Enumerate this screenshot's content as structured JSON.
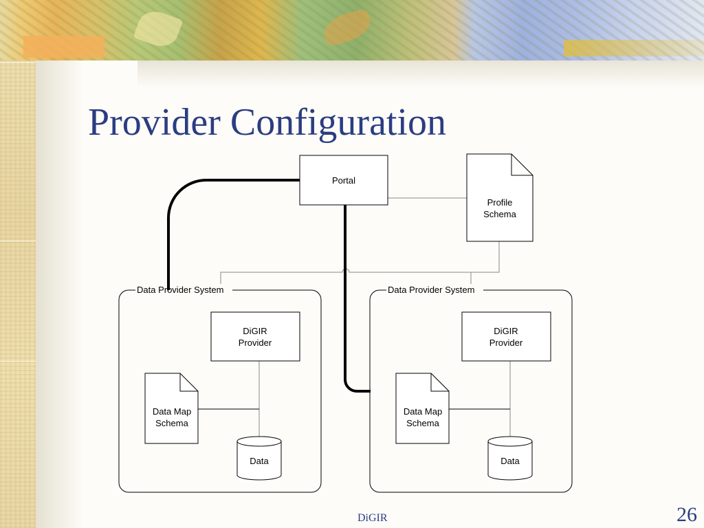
{
  "slide": {
    "title": "Provider Configuration",
    "footer": "DiGIR",
    "page_number": "26"
  },
  "diagram": {
    "portal": "Portal",
    "profile_schema": [
      "Profile",
      "Schema"
    ],
    "systems": [
      {
        "label": "Data Provider System",
        "provider": [
          "DiGIR",
          "Provider"
        ],
        "data_map_schema": [
          "Data Map",
          "Schema"
        ],
        "data": "Data"
      },
      {
        "label": "Data Provider System",
        "provider": [
          "DiGIR",
          "Provider"
        ],
        "data_map_schema": [
          "Data Map",
          "Schema"
        ],
        "data": "Data"
      }
    ]
  }
}
